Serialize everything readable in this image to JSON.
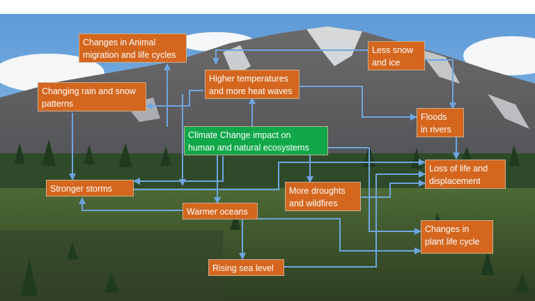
{
  "colors": {
    "box_fill": "#D4661E",
    "center_fill": "#11A84A",
    "arrow": "#6EA6E0",
    "sky": "#7FB2E0"
  },
  "diagram": {
    "center": "Climate Change impact on\nhuman and natural ecosystems",
    "boxes": {
      "animal": "Changes in Animal\nmigration and life cycles",
      "snow": "Less snow\nand ice",
      "rain": "Changing rain and snow\npatterns",
      "heat": "Higher temperatures\nand more heat waves",
      "floods": "Floods\nin rivers",
      "loss": "Loss of life and\ndisplacement",
      "storms": "Stronger storms",
      "droughts": "More droughts\nand wildfires",
      "oceans": "Warmer oceans",
      "plant": "Changes in\nplant life cycle",
      "sea": "Rising sea level"
    }
  }
}
